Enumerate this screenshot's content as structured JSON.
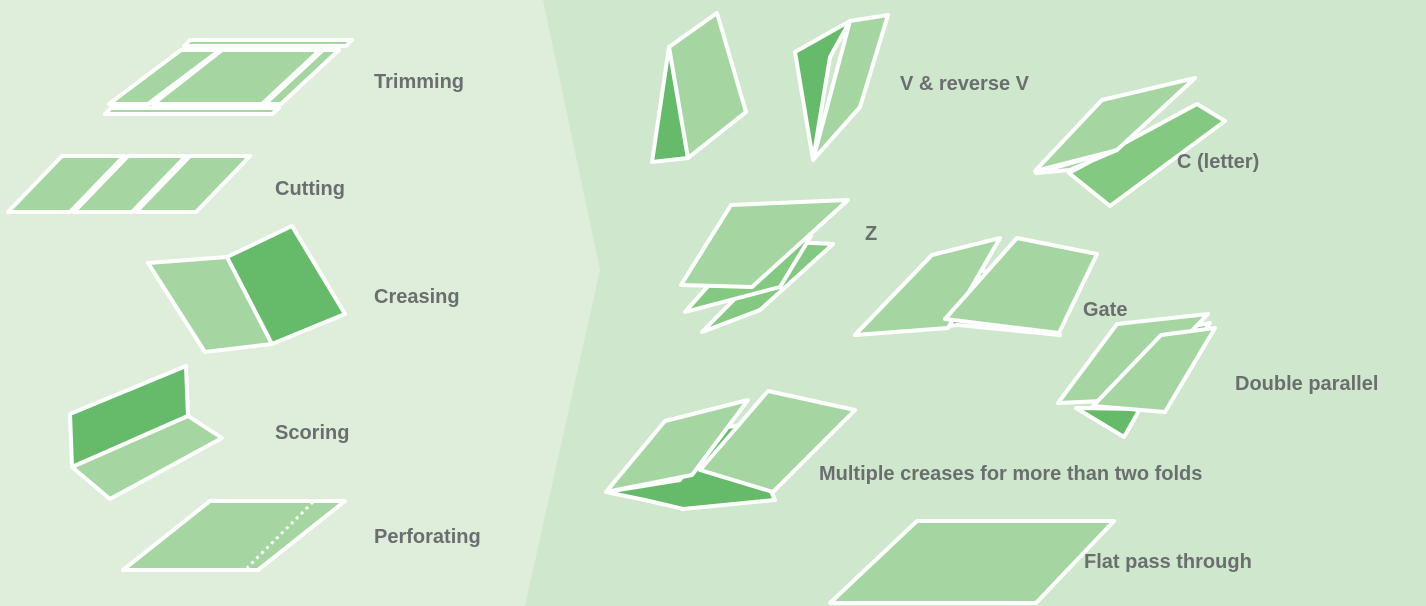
{
  "colors": {
    "left_panel_bg": "#deeedb",
    "right_panel_bg": "#cfe7cc",
    "sheet_light": "#a5d6a2",
    "sheet_medium": "#84c981",
    "sheet_dark": "#66bb6a",
    "edge": "#ffffff",
    "label_text": "#6b6e6f"
  },
  "processes": [
    {
      "id": "trimming",
      "label": "Trimming",
      "icon": "trimming-icon"
    },
    {
      "id": "cutting",
      "label": "Cutting",
      "icon": "cutting-icon"
    },
    {
      "id": "creasing",
      "label": "Creasing",
      "icon": "creasing-icon"
    },
    {
      "id": "scoring",
      "label": "Scoring",
      "icon": "scoring-icon"
    },
    {
      "id": "perforating",
      "label": "Perforating",
      "icon": "perforating-icon"
    }
  ],
  "folds": [
    {
      "id": "v-fold",
      "label": "V & reverse V",
      "icon": "v-fold-icon"
    },
    {
      "id": "c-fold",
      "label": "C (letter)",
      "icon": "c-fold-icon"
    },
    {
      "id": "z-fold",
      "label": "Z",
      "icon": "z-fold-icon"
    },
    {
      "id": "gate-fold",
      "label": "Gate",
      "icon": "gate-fold-icon"
    },
    {
      "id": "double-parallel",
      "label": "Double parallel",
      "icon": "double-parallel-icon"
    },
    {
      "id": "multiple-creases",
      "label": "Multiple creases for more than two folds",
      "icon": "multiple-creases-icon"
    },
    {
      "id": "flat-pass",
      "label": "Flat pass through",
      "icon": "flat-pass-icon"
    }
  ]
}
